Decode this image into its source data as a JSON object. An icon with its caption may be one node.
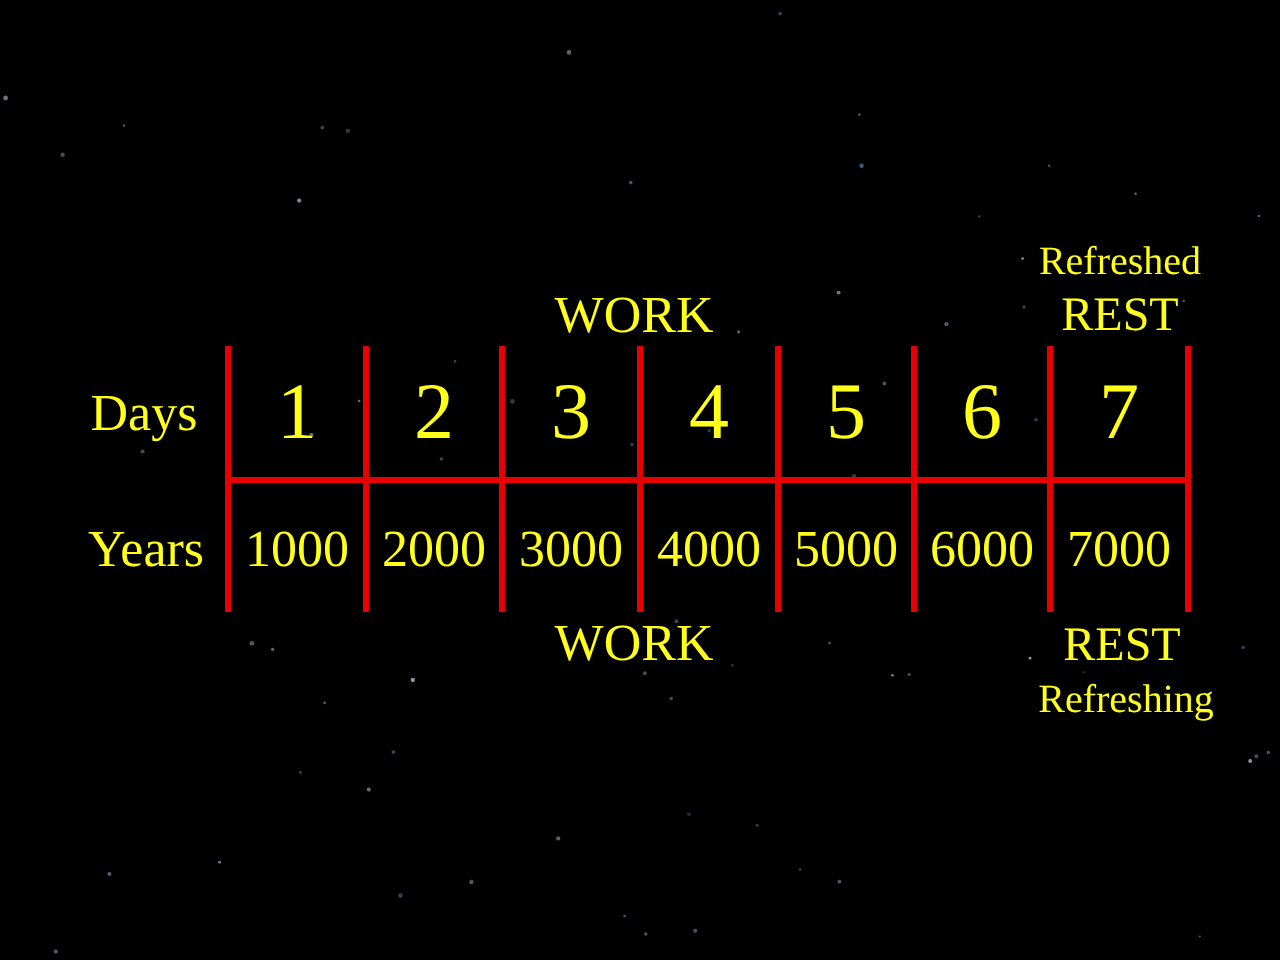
{
  "diagram": {
    "labels": [
      "Refreshed",
      "WORK",
      "REST",
      "Days",
      "1",
      "2",
      "3",
      "4",
      "5",
      "6",
      "7",
      "Years",
      "1000",
      "2000",
      "3000",
      "4000",
      "5000",
      "6000",
      "7000",
      "WORK",
      "REST",
      "Refreshing"
    ]
  }
}
